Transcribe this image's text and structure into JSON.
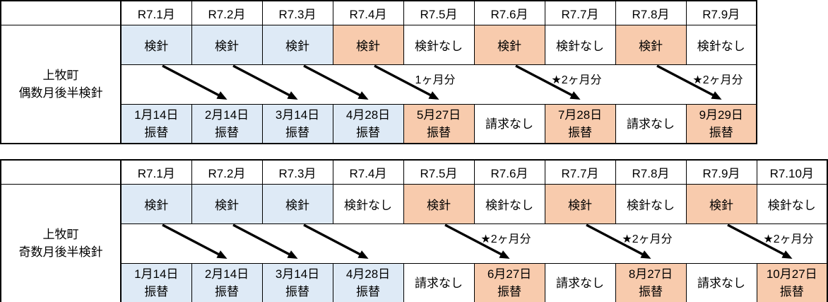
{
  "page": {
    "background": "#FFFFFF"
  },
  "colors": {
    "blue": "#DEEAF6",
    "orange": "#F8CBAD",
    "white": "#FFFFFF",
    "border": "#000000",
    "text": "#000000"
  },
  "tables": [
    {
      "name": "even-month-second-half-schedule",
      "row_label_lines": [
        "上牧町",
        "偶数月後半検針"
      ],
      "months": [
        "R7.1月",
        "R7.2月",
        "R7.3月",
        "R7.4月",
        "R7.5月",
        "R7.6月",
        "R7.7月",
        "R7.8月",
        "R7.9月"
      ],
      "meter_cells": [
        {
          "text": "検針",
          "fill": "blue"
        },
        {
          "text": "検針",
          "fill": "blue"
        },
        {
          "text": "検針",
          "fill": "blue"
        },
        {
          "text": "検針",
          "fill": "orange"
        },
        {
          "text": "検針なし",
          "fill": "white"
        },
        {
          "text": "検針",
          "fill": "orange"
        },
        {
          "text": "検針なし",
          "fill": "white"
        },
        {
          "text": "検針",
          "fill": "orange"
        },
        {
          "text": "検針なし",
          "fill": "white"
        }
      ],
      "payment_cells": [
        {
          "lines": [
            "1月14日",
            "振替"
          ],
          "fill": "blue"
        },
        {
          "lines": [
            "2月14日",
            "振替"
          ],
          "fill": "blue"
        },
        {
          "lines": [
            "3月14日",
            "振替"
          ],
          "fill": "blue"
        },
        {
          "lines": [
            "4月28日",
            "振替"
          ],
          "fill": "blue"
        },
        {
          "lines": [
            "5月27日",
            "振替"
          ],
          "fill": "orange"
        },
        {
          "lines": [
            "請求なし"
          ],
          "fill": "white"
        },
        {
          "lines": [
            "7月28日",
            "振替"
          ],
          "fill": "orange"
        },
        {
          "lines": [
            "請求なし"
          ],
          "fill": "white"
        },
        {
          "lines": [
            "9月29日",
            "振替"
          ],
          "fill": "orange"
        }
      ],
      "arrows": [
        {
          "from_month": 0,
          "to_month": 1,
          "label": ""
        },
        {
          "from_month": 1,
          "to_month": 2,
          "label": ""
        },
        {
          "from_month": 2,
          "to_month": 3,
          "label": ""
        },
        {
          "from_month": 3,
          "to_month": 4,
          "label": "1ヶ月分"
        },
        {
          "from_month": 5,
          "to_month": 6,
          "label": "★2ヶ月分"
        },
        {
          "from_month": 7,
          "to_month": 8,
          "label": "★2ヶ月分"
        }
      ]
    },
    {
      "name": "odd-month-second-half-schedule",
      "row_label_lines": [
        "上牧町",
        "奇数月後半検針"
      ],
      "months": [
        "R7.1月",
        "R7.2月",
        "R7.3月",
        "R7.4月",
        "R7.5月",
        "R7.6月",
        "R7.7月",
        "R7.8月",
        "R7.9月",
        "R7.10月"
      ],
      "meter_cells": [
        {
          "text": "検針",
          "fill": "blue"
        },
        {
          "text": "検針",
          "fill": "blue"
        },
        {
          "text": "検針",
          "fill": "blue"
        },
        {
          "text": "検針なし",
          "fill": "white"
        },
        {
          "text": "検針",
          "fill": "orange"
        },
        {
          "text": "検針なし",
          "fill": "white"
        },
        {
          "text": "検針",
          "fill": "orange"
        },
        {
          "text": "検針なし",
          "fill": "white"
        },
        {
          "text": "検針",
          "fill": "orange"
        },
        {
          "text": "検針なし",
          "fill": "white"
        }
      ],
      "payment_cells": [
        {
          "lines": [
            "1月14日",
            "振替"
          ],
          "fill": "blue"
        },
        {
          "lines": [
            "2月14日",
            "振替"
          ],
          "fill": "blue"
        },
        {
          "lines": [
            "3月14日",
            "振替"
          ],
          "fill": "blue"
        },
        {
          "lines": [
            "4月28日",
            "振替"
          ],
          "fill": "blue"
        },
        {
          "lines": [
            "請求なし"
          ],
          "fill": "white"
        },
        {
          "lines": [
            "6月27日",
            "振替"
          ],
          "fill": "orange"
        },
        {
          "lines": [
            "請求なし"
          ],
          "fill": "white"
        },
        {
          "lines": [
            "8月27日",
            "振替"
          ],
          "fill": "orange"
        },
        {
          "lines": [
            "請求なし"
          ],
          "fill": "white"
        },
        {
          "lines": [
            "10月27日",
            "振替"
          ],
          "fill": "orange"
        }
      ],
      "arrows": [
        {
          "from_month": 0,
          "to_month": 1,
          "label": ""
        },
        {
          "from_month": 1,
          "to_month": 2,
          "label": ""
        },
        {
          "from_month": 2,
          "to_month": 3,
          "label": ""
        },
        {
          "from_month": 4,
          "to_month": 5,
          "label": "★2ヶ月分"
        },
        {
          "from_month": 6,
          "to_month": 7,
          "label": "★2ヶ月分"
        },
        {
          "from_month": 8,
          "to_month": 9,
          "label": "★2ヶ月分"
        }
      ]
    }
  ]
}
